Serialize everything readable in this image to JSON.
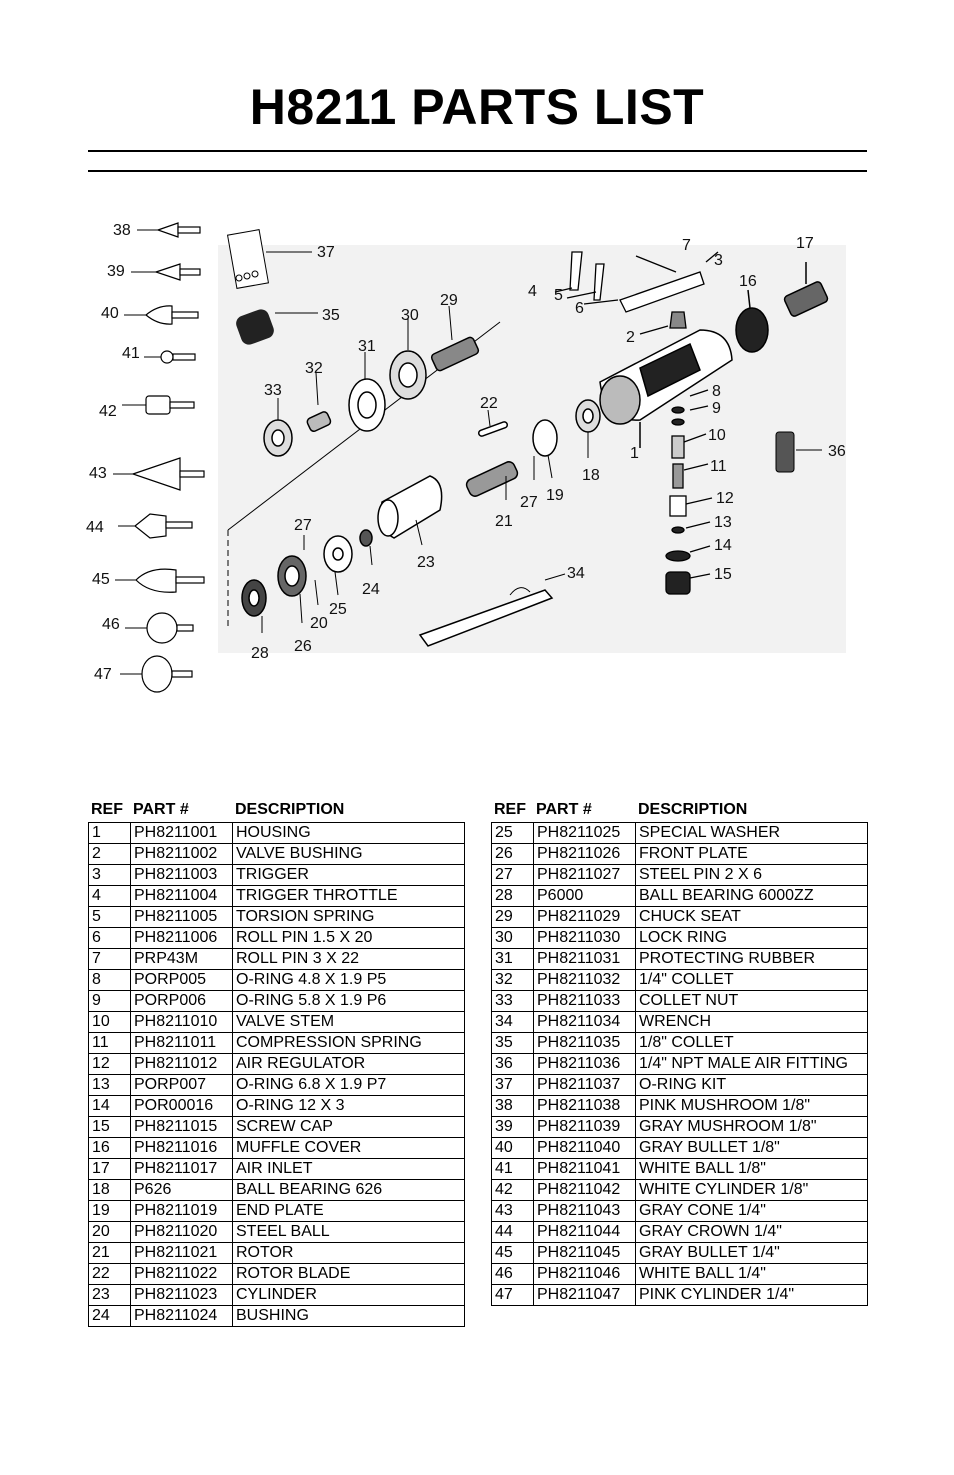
{
  "title": "H8211 PARTS LIST",
  "headers": {
    "ref": "REF",
    "part": "PART #",
    "desc": "DESCRIPTION"
  },
  "callouts": [
    "1",
    "2",
    "3",
    "4",
    "5",
    "6",
    "7",
    "8",
    "9",
    "10",
    "11",
    "12",
    "13",
    "14",
    "15",
    "16",
    "17",
    "18",
    "19",
    "20",
    "21",
    "22",
    "23",
    "24",
    "25",
    "26",
    "27",
    "28",
    "29",
    "30",
    "31",
    "32",
    "33",
    "34",
    "35",
    "36",
    "37",
    "38",
    "39",
    "40",
    "41",
    "42",
    "43",
    "44",
    "45",
    "46",
    "47"
  ],
  "left_rows": [
    {
      "ref": "1",
      "part": "PH8211001",
      "desc": "HOUSING"
    },
    {
      "ref": "2",
      "part": "PH8211002",
      "desc": "VALVE BUSHING"
    },
    {
      "ref": "3",
      "part": "PH8211003",
      "desc": "TRIGGER"
    },
    {
      "ref": "4",
      "part": "PH8211004",
      "desc": "TRIGGER THROTTLE"
    },
    {
      "ref": "5",
      "part": "PH8211005",
      "desc": "TORSION SPRING"
    },
    {
      "ref": "6",
      "part": "PH8211006",
      "desc": "ROLL PIN 1.5 X 20"
    },
    {
      "ref": "7",
      "part": "PRP43M",
      "desc": "ROLL PIN 3 X 22"
    },
    {
      "ref": "8",
      "part": "PORP005",
      "desc": "O-RING 4.8 X 1.9 P5"
    },
    {
      "ref": "9",
      "part": "PORP006",
      "desc": "O-RING 5.8 X 1.9 P6"
    },
    {
      "ref": "10",
      "part": "PH8211010",
      "desc": "VALVE STEM"
    },
    {
      "ref": "11",
      "part": "PH8211011",
      "desc": "COMPRESSION SPRING"
    },
    {
      "ref": "12",
      "part": "PH8211012",
      "desc": "AIR REGULATOR"
    },
    {
      "ref": "13",
      "part": "PORP007",
      "desc": "O-RING 6.8 X 1.9 P7"
    },
    {
      "ref": "14",
      "part": "POR00016",
      "desc": "O-RING 12 X 3"
    },
    {
      "ref": "15",
      "part": "PH8211015",
      "desc": "SCREW CAP"
    },
    {
      "ref": "16",
      "part": "PH8211016",
      "desc": "MUFFLE COVER"
    },
    {
      "ref": "17",
      "part": "PH8211017",
      "desc": "AIR INLET"
    },
    {
      "ref": "18",
      "part": "P626",
      "desc": "BALL BEARING 626"
    },
    {
      "ref": "19",
      "part": "PH8211019",
      "desc": "END PLATE"
    },
    {
      "ref": "20",
      "part": "PH8211020",
      "desc": "STEEL BALL"
    },
    {
      "ref": "21",
      "part": "PH8211021",
      "desc": "ROTOR"
    },
    {
      "ref": "22",
      "part": "PH8211022",
      "desc": "ROTOR BLADE"
    },
    {
      "ref": "23",
      "part": "PH8211023",
      "desc": "CYLINDER"
    },
    {
      "ref": "24",
      "part": "PH8211024",
      "desc": "BUSHING"
    }
  ],
  "right_rows": [
    {
      "ref": "25",
      "part": "PH8211025",
      "desc": "SPECIAL WASHER"
    },
    {
      "ref": "26",
      "part": "PH8211026",
      "desc": "FRONT PLATE"
    },
    {
      "ref": "27",
      "part": "PH8211027",
      "desc": "STEEL PIN 2 X 6"
    },
    {
      "ref": "28",
      "part": "P6000",
      "desc": "BALL BEARING 6000ZZ"
    },
    {
      "ref": "29",
      "part": "PH8211029",
      "desc": "CHUCK SEAT"
    },
    {
      "ref": "30",
      "part": "PH8211030",
      "desc": "LOCK RING"
    },
    {
      "ref": "31",
      "part": "PH8211031",
      "desc": "PROTECTING RUBBER"
    },
    {
      "ref": "32",
      "part": "PH8211032",
      "desc": "1/4\" COLLET"
    },
    {
      "ref": "33",
      "part": "PH8211033",
      "desc": "COLLET NUT"
    },
    {
      "ref": "34",
      "part": "PH8211034",
      "desc": "WRENCH"
    },
    {
      "ref": "35",
      "part": "PH8211035",
      "desc": "1/8\" COLLET"
    },
    {
      "ref": "36",
      "part": "PH8211036",
      "desc": "1/4\" NPT MALE AIR FITTING"
    },
    {
      "ref": "37",
      "part": "PH8211037",
      "desc": "O-RING KIT"
    },
    {
      "ref": "38",
      "part": "PH8211038",
      "desc": "PINK MUSHROOM 1/8\""
    },
    {
      "ref": "39",
      "part": "PH8211039",
      "desc": "GRAY MUSHROOM 1/8\""
    },
    {
      "ref": "40",
      "part": "PH8211040",
      "desc": "GRAY BULLET 1/8\""
    },
    {
      "ref": "41",
      "part": "PH8211041",
      "desc": "WHITE BALL 1/8\""
    },
    {
      "ref": "42",
      "part": "PH8211042",
      "desc": "WHITE CYLINDER 1/8\""
    },
    {
      "ref": "43",
      "part": "PH8211043",
      "desc": "GRAY CONE 1/4\""
    },
    {
      "ref": "44",
      "part": "PH8211044",
      "desc": "GRAY CROWN 1/4\""
    },
    {
      "ref": "45",
      "part": "PH8211045",
      "desc": "GRAY BULLET 1/4\""
    },
    {
      "ref": "46",
      "part": "PH8211046",
      "desc": "WHITE BALL 1/4\""
    },
    {
      "ref": "47",
      "part": "PH8211047",
      "desc": "PINK CYLINDER 1/4\""
    }
  ]
}
